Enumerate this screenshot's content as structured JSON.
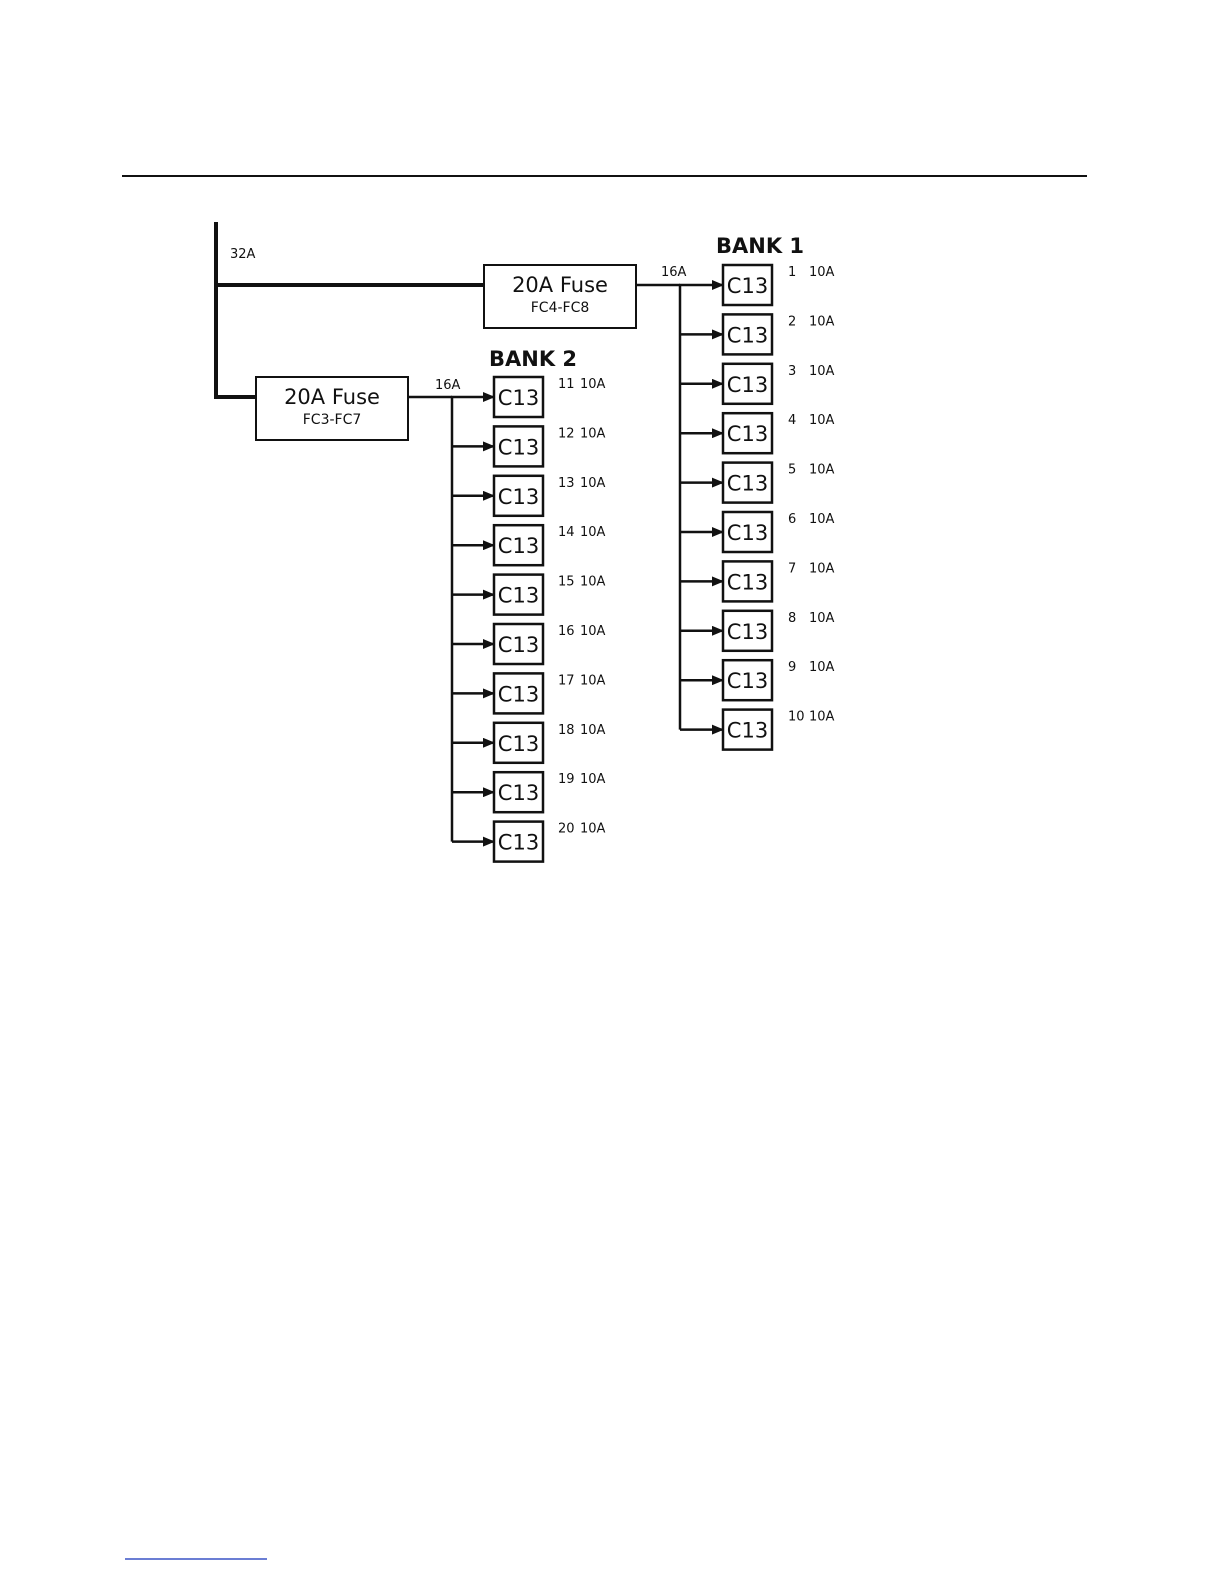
{
  "main_feed": {
    "current": "32A"
  },
  "fuses": [
    {
      "name": "20A Fuse",
      "code": "FC4-FC8",
      "output": "16A"
    },
    {
      "name": "20A Fuse",
      "code": "FC3-FC7",
      "output": "16A"
    }
  ],
  "banks": [
    {
      "title": "BANK 1",
      "outlets": [
        {
          "label": "C13",
          "number": "1",
          "rating": "10A"
        },
        {
          "label": "C13",
          "number": "2",
          "rating": "10A"
        },
        {
          "label": "C13",
          "number": "3",
          "rating": "10A"
        },
        {
          "label": "C13",
          "number": "4",
          "rating": "10A"
        },
        {
          "label": "C13",
          "number": "5",
          "rating": "10A"
        },
        {
          "label": "C13",
          "number": "6",
          "rating": "10A"
        },
        {
          "label": "C13",
          "number": "7",
          "rating": "10A"
        },
        {
          "label": "C13",
          "number": "8",
          "rating": "10A"
        },
        {
          "label": "C13",
          "number": "9",
          "rating": "10A"
        },
        {
          "label": "C13",
          "number": "10",
          "rating": "10A"
        }
      ]
    },
    {
      "title": "BANK 2",
      "outlets": [
        {
          "label": "C13",
          "number": "11",
          "rating": "10A"
        },
        {
          "label": "C13",
          "number": "12",
          "rating": "10A"
        },
        {
          "label": "C13",
          "number": "13",
          "rating": "10A"
        },
        {
          "label": "C13",
          "number": "14",
          "rating": "10A"
        },
        {
          "label": "C13",
          "number": "15",
          "rating": "10A"
        },
        {
          "label": "C13",
          "number": "16",
          "rating": "10A"
        },
        {
          "label": "C13",
          "number": "17",
          "rating": "10A"
        },
        {
          "label": "C13",
          "number": "18",
          "rating": "10A"
        },
        {
          "label": "C13",
          "number": "19",
          "rating": "10A"
        },
        {
          "label": "C13",
          "number": "20",
          "rating": "10A"
        }
      ]
    }
  ]
}
